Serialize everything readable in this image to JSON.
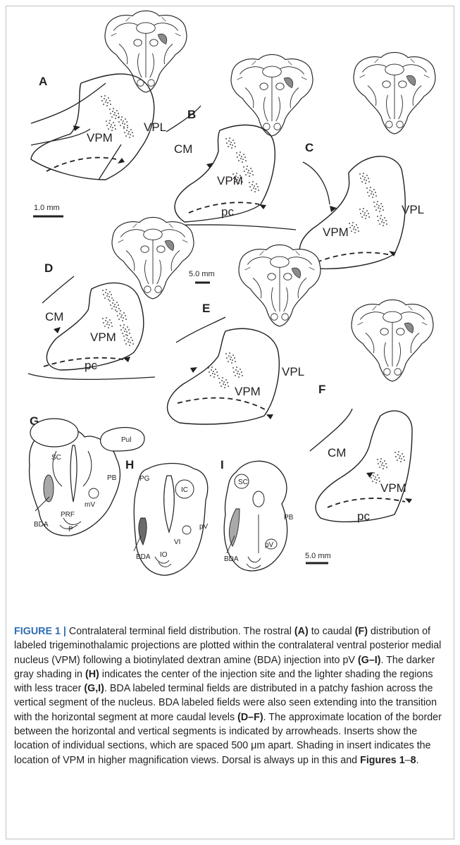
{
  "figure": {
    "panels": {
      "A": {
        "letter": "A",
        "vpm": "VPM",
        "vpl": "VPL"
      },
      "B": {
        "letter": "B",
        "cm": "CM",
        "vpm": "VPM",
        "pc": "pc"
      },
      "C": {
        "letter": "C",
        "vpm": "VPM",
        "vpl": "VPL"
      },
      "D": {
        "letter": "D",
        "cm": "CM",
        "vpm": "VPM",
        "pc": "pc"
      },
      "E": {
        "letter": "E",
        "vpm": "VPM",
        "vpl": "VPL"
      },
      "F": {
        "letter": "F",
        "cm": "CM",
        "vpm": "VPM",
        "pc": "pc"
      },
      "G": {
        "letter": "G",
        "pul": "Pul",
        "sc": "SC",
        "pb": "PB",
        "mv": "mV",
        "prf": "PRF",
        "p": "P",
        "bda": "BDA"
      },
      "H": {
        "letter": "H",
        "pg": "PG",
        "ic": "IC",
        "pv": "pV",
        "vi": "VI",
        "io": "IO",
        "bda": "BDA"
      },
      "I": {
        "letter": "I",
        "sc": "SC",
        "pb": "PB",
        "pv": "pV",
        "bda": "BDA"
      }
    },
    "scale_bars": {
      "small": "1.0 mm",
      "insert": "5.0 mm",
      "brainstem": "5.0 mm"
    },
    "colors": {
      "shading_dark": "#6b6b6b",
      "shading_light": "#a9a9a9",
      "line": "#231f20",
      "caption_title": "#2f6eb5"
    }
  },
  "caption": {
    "title": "FIGURE 1 | ",
    "parts": [
      "Contralateral terminal field distribution. The rostral ",
      "(A)",
      " to caudal ",
      "(F)",
      " distribution of labeled trigeminothalamic projections are plotted within the contralateral ventral posterior medial nucleus (VPM) following a biotinylated dextran amine (BDA) injection into pV ",
      "(G–I)",
      ". The darker gray shading in ",
      "(H)",
      " indicates the center of the injection site and the lighter shading the regions with less tracer ",
      "(G,I)",
      ". BDA labeled terminal fields are distributed in a patchy fashion across the vertical segment of the nucleus. BDA labeled fields were also seen extending into the transition with the horizontal segment at more caudal levels ",
      "(D–F)",
      ". The approximate location of the border between the horizontal and vertical segments is indicated by arrowheads. Inserts show the location of individual sections, which are spaced 500 μm apart. Shading in insert indicates the location of VPM in higher magnification views. Dorsal is always up in this and ",
      "Figures 1",
      "–",
      "8",
      "."
    ]
  }
}
